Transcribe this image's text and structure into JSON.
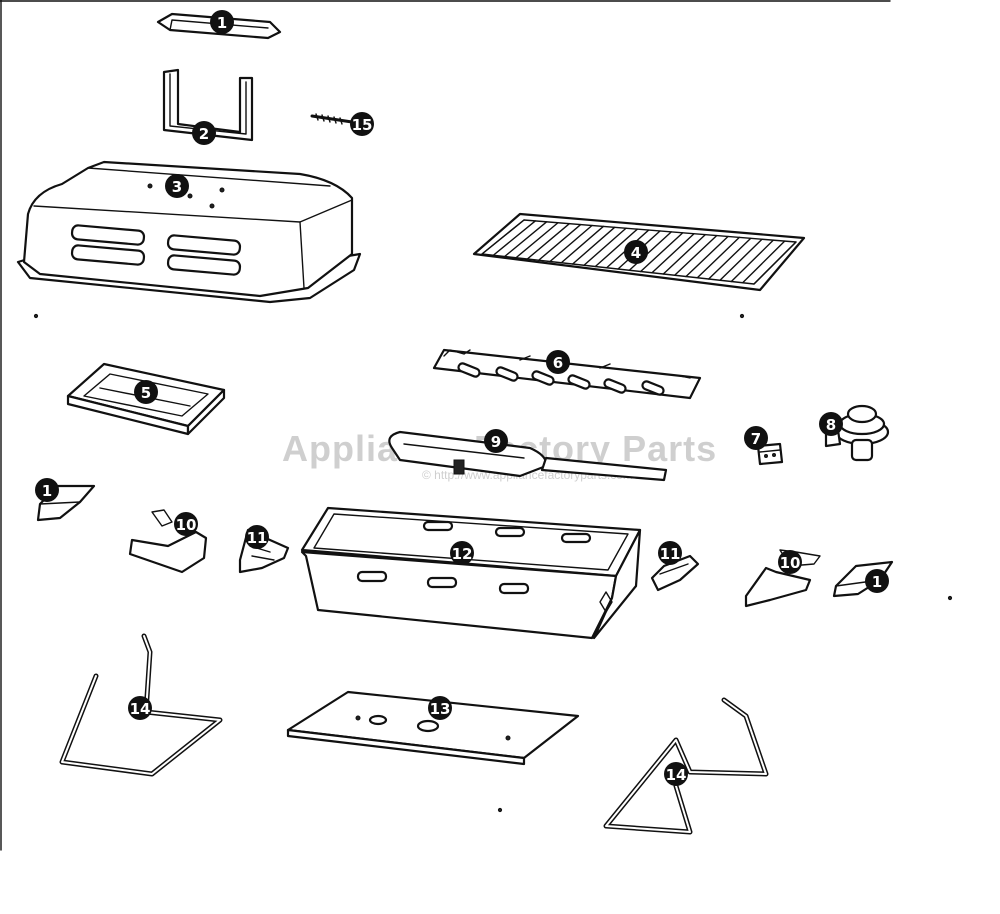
{
  "watermark": {
    "brand": "Appliance Factory Parts",
    "url": "© http://www.appliancefactoryparts.com"
  },
  "callouts": [
    {
      "id": "callout-1-top",
      "label": "1"
    },
    {
      "id": "callout-2",
      "label": "2"
    },
    {
      "id": "callout-15",
      "label": "15"
    },
    {
      "id": "callout-3",
      "label": "3"
    },
    {
      "id": "callout-4",
      "label": "4"
    },
    {
      "id": "callout-5",
      "label": "5"
    },
    {
      "id": "callout-6",
      "label": "6"
    },
    {
      "id": "callout-7",
      "label": "7"
    },
    {
      "id": "callout-8",
      "label": "8"
    },
    {
      "id": "callout-9",
      "label": "9"
    },
    {
      "id": "callout-1-left",
      "label": "1"
    },
    {
      "id": "callout-10-left",
      "label": "10"
    },
    {
      "id": "callout-11-left",
      "label": "11"
    },
    {
      "id": "callout-12",
      "label": "12"
    },
    {
      "id": "callout-11-right",
      "label": "11"
    },
    {
      "id": "callout-10-right",
      "label": "10"
    },
    {
      "id": "callout-1-right",
      "label": "1"
    },
    {
      "id": "callout-14-left",
      "label": "14"
    },
    {
      "id": "callout-13",
      "label": "13"
    },
    {
      "id": "callout-14-right",
      "label": "14"
    }
  ]
}
